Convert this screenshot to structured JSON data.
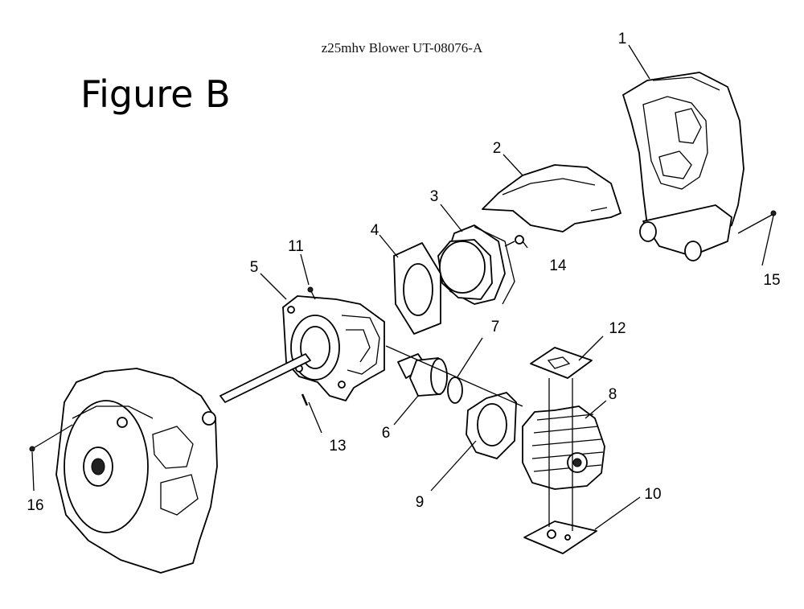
{
  "header": {
    "title": "z25mhv Blower UT-08076-A"
  },
  "figure": {
    "label": "Figure B"
  },
  "callouts": [
    {
      "id": "1",
      "text": "1"
    },
    {
      "id": "2",
      "text": "2"
    },
    {
      "id": "3",
      "text": "3"
    },
    {
      "id": "4",
      "text": "4"
    },
    {
      "id": "5",
      "text": "5"
    },
    {
      "id": "6",
      "text": "6"
    },
    {
      "id": "7",
      "text": "7"
    },
    {
      "id": "8",
      "text": "8"
    },
    {
      "id": "9",
      "text": "9"
    },
    {
      "id": "10",
      "text": "10"
    },
    {
      "id": "11",
      "text": "11"
    },
    {
      "id": "12",
      "text": "12"
    },
    {
      "id": "13",
      "text": "13"
    },
    {
      "id": "14",
      "text": "14"
    },
    {
      "id": "15",
      "text": "15"
    },
    {
      "id": "16",
      "text": "16"
    }
  ]
}
